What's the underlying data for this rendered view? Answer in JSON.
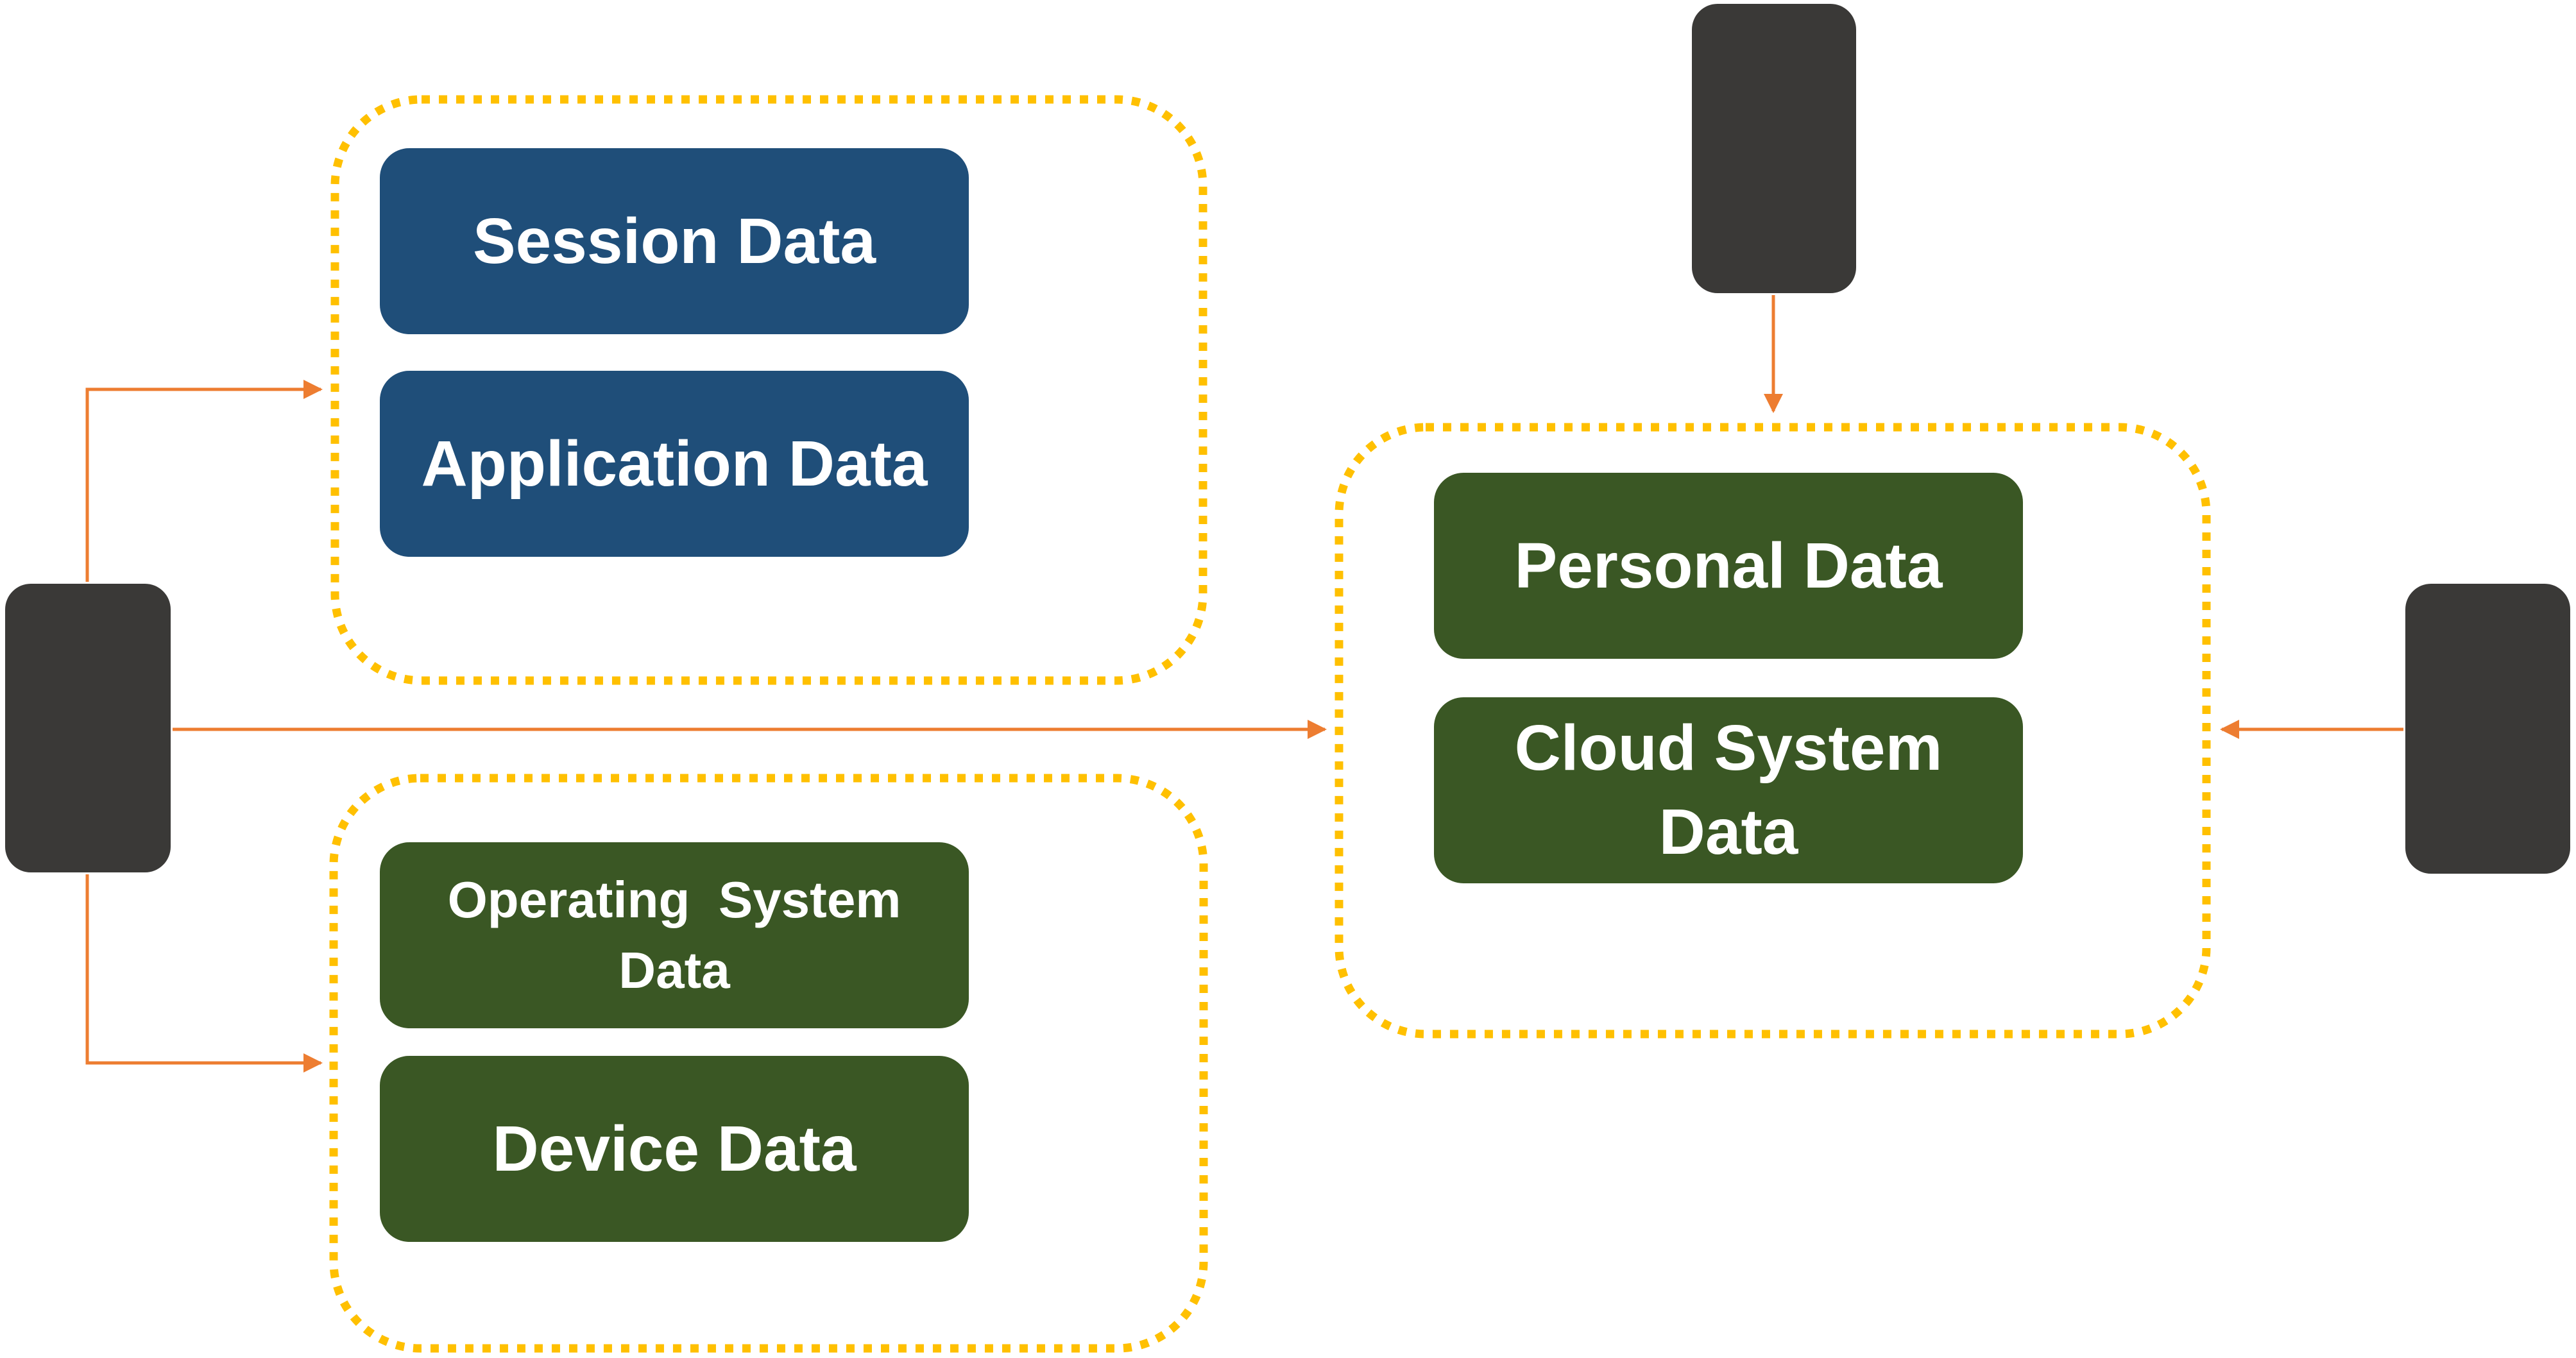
{
  "diagram": {
    "colors": {
      "container_border": "#FFC000",
      "arrow": "#ED7D31",
      "actor_node": "#3A3937",
      "blue_box": "#1F4E79",
      "green_box": "#3A5724",
      "text": "#FFFFFF"
    },
    "actors": [
      {
        "id": "left-actor",
        "label": ""
      },
      {
        "id": "top-actor",
        "label": ""
      },
      {
        "id": "right-actor",
        "label": ""
      }
    ],
    "groups": [
      {
        "id": "app-session-group",
        "items": [
          {
            "label": "Session Data",
            "color": "blue"
          },
          {
            "label": "Application Data",
            "color": "blue"
          }
        ]
      },
      {
        "id": "os-device-group",
        "items": [
          {
            "label": "Operating  System\nData",
            "color": "green"
          },
          {
            "label": "Device Data",
            "color": "green"
          }
        ]
      },
      {
        "id": "personal-cloud-group",
        "items": [
          {
            "label": "Personal Data",
            "color": "green"
          },
          {
            "label": "Cloud System\nData",
            "color": "green"
          }
        ]
      }
    ],
    "connections": [
      {
        "from": "left-actor",
        "to": "app-session-group"
      },
      {
        "from": "left-actor",
        "to": "os-device-group"
      },
      {
        "from": "left-actor",
        "to": "personal-cloud-group"
      },
      {
        "from": "top-actor",
        "to": "personal-cloud-group"
      },
      {
        "from": "right-actor",
        "to": "personal-cloud-group"
      }
    ]
  }
}
